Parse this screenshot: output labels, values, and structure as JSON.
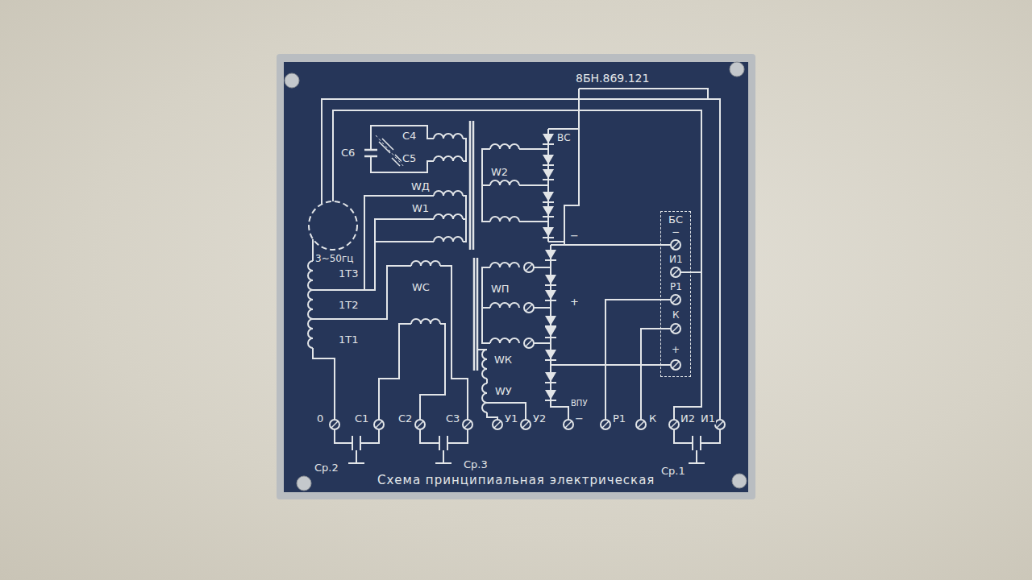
{
  "diagram": {
    "caption": "Схема принципиальная электрическая",
    "nodes": [
      {
        "text": [
          "БС"
        ]
      }
    ],
    "labels": [
      "8БН.869.121",
      "С6",
      "С4",
      "С5",
      "WД",
      "W1",
      "3~50гц",
      "1Т3",
      "1Т2",
      "1Т1",
      "WC",
      "W2",
      "ВС",
      "WП",
      "WК",
      "WУ",
      "ВПУ",
      "−",
      "+",
      "−",
      "И1",
      "Р1",
      "К",
      "+",
      "0",
      "С1",
      "С2",
      "С3",
      "У1",
      "У2",
      "−",
      "Р1",
      "К",
      "И2",
      "И1",
      "Ср.2",
      "Ср.3",
      "Ср.1"
    ]
  }
}
